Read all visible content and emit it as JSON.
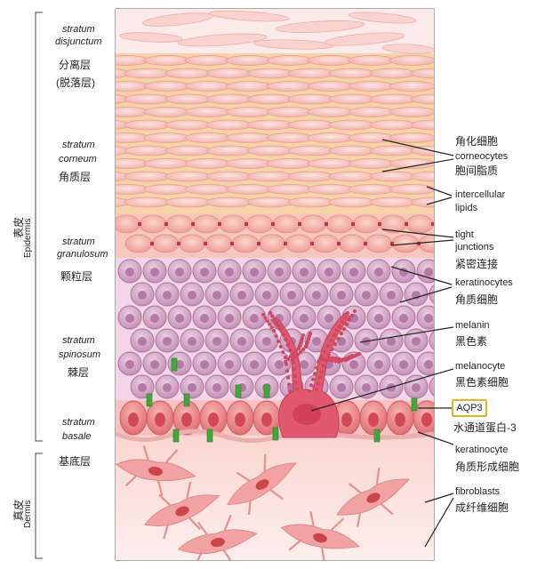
{
  "left_labels": {
    "disjunctum_en_1": "stratum",
    "disjunctum_en_2": "disjunctum",
    "disjunctum_zh_1": "分离层",
    "disjunctum_zh_2": "(脱落层)",
    "corneum_en_1": "stratum",
    "corneum_en_2": "corneum",
    "corneum_zh": "角质层",
    "granulosum_en_1": "stratum",
    "granulosum_en_2": "granulosum",
    "granulosum_zh": "颗粒层",
    "spinosum_en_1": "stratum",
    "spinosum_en_2": "spinosum",
    "spinosum_zh": "棘层",
    "basale_en_1": "stratum",
    "basale_en_2": "basale",
    "basale_zh": "基底层"
  },
  "side_brackets": {
    "epidermis_zh": "表皮",
    "epidermis_en": "Epidermis",
    "dermis_zh": "真皮",
    "dermis_en": "Dermis"
  },
  "right_labels": {
    "corneocytes_zh": "角化细胞",
    "corneocytes_en": "corneocytes",
    "lipids_zh": "胞间脂质",
    "lipids_en_1": "intercellular",
    "lipids_en_2": "lipids",
    "tight_en_1": "tight",
    "tight_en_2": "junctions",
    "tight_zh": "紧密连接",
    "keratinocytes_en": "keratinocytes",
    "keratinocytes_zh": "角质细胞",
    "melanin_en": "melanin",
    "melanin_zh": "黑色素",
    "melanocyte_en": "melanocyte",
    "melanocyte_zh": "黑色素细胞",
    "aqp3_en": "AQP3",
    "aqp3_zh": "水通道蛋白-3",
    "keratinocyte_en": "keratinocyte",
    "keratinocyte_zh": "角质形成细胞",
    "fibroblasts_en": "fibroblasts",
    "fibroblasts_zh": "成纤维细胞"
  },
  "colors": {
    "corneum_cell": "#f7c9c4",
    "lipid_band": "#f6d4a8",
    "granular_cell": "#f5b8ad",
    "spinous_cell": "#d7a9c9",
    "spinous_nucleus": "#b47aa5",
    "basal_cell": "#ec8a8a",
    "dermis": "#fbe3e0",
    "fibroblast": "#f2a2a2",
    "aqp3": "#3faa3a",
    "melanocyte": "#e06a7a",
    "highlight_box": "#e3b325"
  }
}
